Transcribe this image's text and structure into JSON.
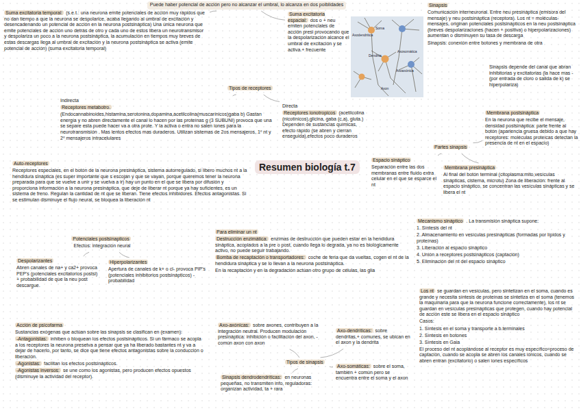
{
  "diagram": {
    "title": "Resumen biología t.7",
    "nodes": [
      {
        "text": [
          "Puede haber potencial de acción pero no alcanzar el umbral, lo alcanza en dos poiblidades"
        ]
      },
      {
        "text": [
          "Suma excitatoria temporal:",
          "(s.e.t.: una neurona emite potenciales de acción muy rápidos que no dan tiempo a que la neurona se despolarice, acaba llegando al umbral de excitación y desencadenando un potencial de acción en la neurona postsináptica) Una única neurona que emite potenciales de acción uno detrás de otro y cada uno de estos libera un neurotransmisor y despolariza un poco a la neurona postsináptica, la acumulación en tiempos muy breves de estas descargas llega al umbral de excitación y la neurona postsináptica se activa (emite potencial de acción) (suma excitatoria temporal)"
        ]
      },
      {
        "text": [
          "Suma excitatoria espacial:",
          "dos o + neu emiten potenciales de acción presi provocando que la despolarización alcance el umbral de excitación y se activa.+ frecuente"
        ]
      },
      {
        "text": [
          "Sinapsis",
          "Comunicación interneuronal. Entre neu presináptica (emisora del mensaje) y neu postsináptica (receptora). Los nt = moléculas-mensajes, originan potenciales postsinápticos en la neu postsináptica (breves despolarizaciones (hacen + positiva) o hiperpolarizaciones) aumentan o disminuyen su tasa de descarga",
          "Sinapsis: conexión entre botones y membrana de otra"
        ]
      },
      {
        "text": [
          "Sinapsis depende del canal que abran inhibitorias y excitatorias (la hace mas -(por entrada de cloro o salida de k) se hiperpolariza)"
        ]
      },
      {
        "text": [
          "Tipos de receptores"
        ]
      },
      {
        "text": [
          "Indirecta",
          "Receptores metabotro.",
          "(Endocannabinoides,histamina,serotonina,dopamina,acetilcolina(muscarínicos)gaba b) Gastan energía y no abren directamente el canal lo hacen por las proteínas g (3 SUBUNI) provoca que una se separe esta puede hacer va a otra prote. Y la activa o entra no salen iones para la neurotransmisión . Mas lentos efectos mas duraderos. Utilizan sistemas de 2os mensajeros, 1º nt y 2º mensajeros intracelulares"
        ]
      },
      {
        "text": [
          "Directa",
          "Receptores ionotropicos",
          "(acetilcolina (nicotínicos),glicina, gaba (c,a), gluta.) Dependen de sustancias químicas, efecto rápido (se abren y cierran enseguida),efectos poco duraderos"
        ]
      },
      {
        "text": [
          "Membrana postsináptica",
          "En la neurona que recibe el mensaje, densidad postsináptica: parte frente al botón (apariencia gruesa debido a que hay receptores: moléculas proteícas detectan la presencia de nt en el espacio)"
        ]
      },
      {
        "text": [
          "Partes sinapsis"
        ]
      },
      {
        "text": [
          "Espacio sináptico",
          "Separación entre las dos membranas entre fluido extra celular en el que se esparce el nt"
        ]
      },
      {
        "text": [
          "Membrana presináptica",
          "Al final del botón terminal (citoplasma:mito,vesículas sinápticas, cisterna, microtu) Zona de liberación: frente al espacio sináptico, se concentran las vesículas sinápticas y se libera el nt"
        ]
      },
      {
        "text": [
          "Auto-receptores",
          "Receptores especiales, en el botón de la neurona presináptica, sistema autorregulado, si libero muchos nt a la hendidura sináptica (es super importante que s escojan y que se vayan, porque queremos tener la neurona preparada para que se vuelve a unir y se vuelva a ir) hay un punto en el que se libera por difusión y proporciona información a la neurona presináptica, que deje de liberar nt porque ya hay suficientes, es un sistema de freno. Regulan la cantidad de nt que se liberan. Tiene efectos inhibidores. Efectos antagonistas. Si se estimulan disminuye el flujo neural, se bloquea la liberación nt"
        ]
      },
      {
        "text": [
          "Potenciales postsinapticos",
          "Efectos: integración neural"
        ]
      },
      {
        "text": [
          "Despolarizantes",
          "Abren canales de na+ y ca2+ provoca PEP's (potenciales excitatorios postsi) + probabilidad de que la neu post descargue."
        ]
      },
      {
        "text": [
          "Hiperpolarizantes",
          "Apertura de canales de k+ o cl- provoca PIP's (potenciales inhibitorios postsinápticos) - probabilidad"
        ]
      },
      {
        "text": [
          "Para eliminar un nt",
          "Destrucción enzimática:",
          "enzimas de destrucción que pueden estar en la hendidura sináptica, acoplados a la pre o post, cuando llega lo degrada, ya no es biológicamente activo, no puede seguir trabajando.",
          "Bomba de recaptación o transportadores:",
          "coche de feria que da vueltas, cogen el nt de la hendidura sináptica y se lo llevan a la neurona postsináptica.",
          "En la recaptación y en la degradación actúan otro grupo de células, las glia"
        ]
      },
      {
        "text": [
          "Mecanismo sináptico",
          ". La transmisión sináptica supone:",
          "1. Síntesis del nt",
          "2. Almacenamiento en vesículas presinápticas (formadas por lípidos y proteínas)",
          "3. Liberación al espacio sináptico",
          "4. Unión a receptores postsinápticos (captación)",
          "5. Eliminación del nt del espacio sináptico"
        ]
      },
      {
        "text": [
          "Los nt",
          "se guardan en vesículas, pero sintetizan en el soma, cuando es grande y necesita síntesis de proteínas se sintetiza en el soma (tenemos la maquinaria para que la neurona funcione correctamente), los nt se guardan en vesículas presinápticas que protegen, cuando hay potencial de acción este se libera en el espacio sináptico",
          "Casos:",
          "1. Síntesis en el soma y transporte a b.terminales",
          "2. Síntesis en botones",
          "3. Síntesis en Gaia",
          "El proceso del nt acoplándose al receptor es muy específico=proceso de captación, cuando se acopla se abren los canales iónicos, cuando se abren entran (excitatorio) o salen iones específicos"
        ]
      },
      {
        "text": [
          "Acción de psicofarma",
          "Sustancias exógenas que actúan sobre las sinapsis se clasifican en (examen):",
          "-Antagonistas:",
          "inhiben o bloquean los efectos postsinápticos. Si un fármaco se acopla a los receptores la neurona presetva a pensar que ya ha liberado bastantes nt y va a dejar de hacerlo, por tanto, se dice que tiene efectos antagonistas sobre la conducción o liberación.",
          "-Agonistas:",
          "facilitan los efectos postsinápticos.",
          "-Agonistas inversos:",
          "se une como los agonistas, pero producen efectos opuestos (disminuye la actividad del receptor)."
        ]
      },
      {
        "text": [
          "Tipos de sinapsis"
        ]
      },
      {
        "text": [
          "Axo-axónicas:",
          "sobre axones, contribuyen a la integración neutral. Producen modulación presináptica: inhibición o facilitación del axon, - común axon con axon"
        ]
      },
      {
        "text": [
          "Axo-dendríticas:",
          "sobre dendritas,+ comunes, se ubican en el axon y la dendrita"
        ]
      },
      {
        "text": [
          "Axo-somáticas:",
          "sobre el soma, también + común pero se encuentra entre el soma y el axon"
        ]
      },
      {
        "text": [
          "Sinapsis dendrodendríticas:",
          "en neuronas pequeñas, no transmiten info, reguladoras: organizan actividad, ta + rara"
        ]
      }
    ],
    "edges": [
      {
        "from": 0,
        "to": 1,
        "arrow": "none"
      },
      {
        "from": 0,
        "to": 2,
        "arrow": "none"
      },
      {
        "from": 5,
        "to": 6,
        "arrow": "none"
      },
      {
        "from": 5,
        "to": 7,
        "arrow": "none"
      },
      {
        "from": 9,
        "to": 8,
        "arrow": "none"
      },
      {
        "from": 9,
        "to": 10,
        "arrow": "none"
      },
      {
        "from": 9,
        "to": 11,
        "arrow": "none"
      },
      {
        "from": 13,
        "to": 14,
        "arrow": "none"
      },
      {
        "from": 13,
        "to": 15,
        "arrow": "none"
      },
      {
        "from": 20,
        "to": 21,
        "arrow": "none"
      },
      {
        "from": 20,
        "to": 22,
        "arrow": "none"
      },
      {
        "from": 20,
        "to": 23,
        "arrow": "none"
      },
      {
        "from": 20,
        "to": 24,
        "arrow": "none"
      }
    ],
    "labels": [
      "Axodendritica",
      "Soma",
      "Dendrita",
      "Axosomática",
      "Axoaxónica",
      "Axon"
    ]
  }
}
